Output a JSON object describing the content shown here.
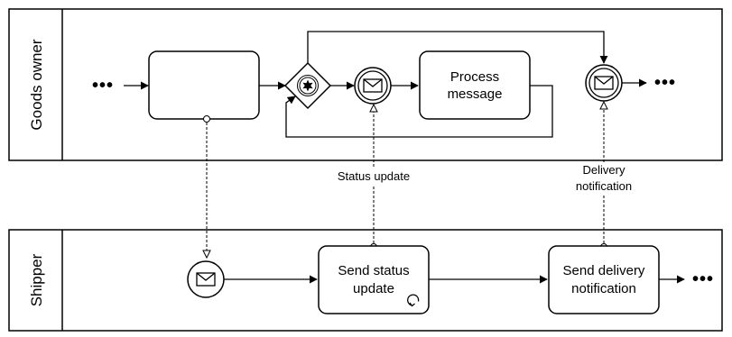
{
  "pools": {
    "top": {
      "label": "Goods owner"
    },
    "bottom": {
      "label": "Shipper"
    }
  },
  "tasks": {
    "blank_task": {
      "label": ""
    },
    "process_message": {
      "line1": "Process",
      "line2": "message"
    },
    "send_status_update": {
      "line1": "Send status",
      "line2": "update",
      "marker": "loop-icon"
    },
    "send_delivery_notification": {
      "line1": "Send delivery",
      "line2": "notification"
    }
  },
  "message_flows": {
    "status_update": {
      "label": "Status update"
    },
    "delivery_notification": {
      "line1": "Delivery",
      "line2": "notification"
    }
  },
  "continuation": {
    "text": "•••"
  },
  "colors": {
    "stroke": "#000000",
    "fill": "#ffffff"
  }
}
